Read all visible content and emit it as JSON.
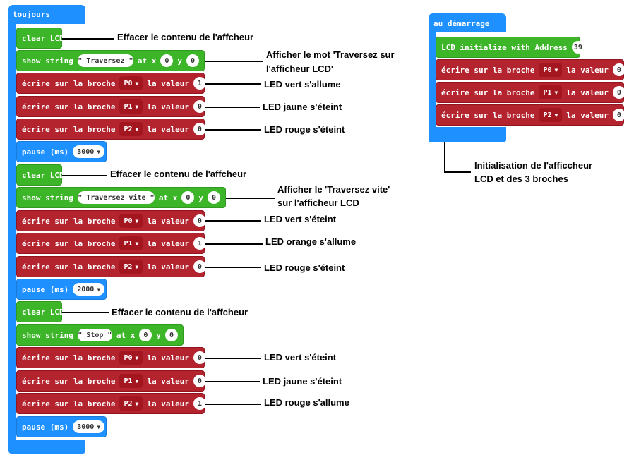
{
  "toujours": {
    "hat_label": "toujours",
    "groups": [
      {
        "clear": {
          "label": "clear LCD",
          "annotation": "Effacer le contenu de l'affcheur"
        },
        "show": {
          "label": "show string",
          "text": "\" Traversez \"",
          "at_x": "at x",
          "x": "0",
          "y_label": "y",
          "y": "0",
          "annotation_line1": "Afficher le mot 'Traversez sur",
          "annotation_line2": "l'afficheur LCD'"
        },
        "writes": [
          {
            "label": "écrire sur la broche",
            "pin": "P0",
            "value_label": "la valeur",
            "value": "1",
            "annotation": "LED vert s'allume"
          },
          {
            "label": "écrire sur la broche",
            "pin": "P1",
            "value_label": "la valeur",
            "value": "0",
            "annotation": "LED jaune s'éteint"
          },
          {
            "label": "écrire sur la broche",
            "pin": "P2",
            "value_label": "la valeur",
            "value": "0",
            "annotation": "LED rouge s'éteint"
          }
        ],
        "pause": {
          "label": "pause (ms)",
          "value": "3000"
        }
      },
      {
        "clear": {
          "label": "clear LCD",
          "annotation": "Effacer le contenu de l'affcheur"
        },
        "show": {
          "label": "show string",
          "text": "\" Traversez vite \"",
          "at_x": "at x",
          "x": "0",
          "y_label": "y",
          "y": "0",
          "annotation_line1": "Afficher le 'Traversez vite'",
          "annotation_line2": "sur l'afficheur LCD"
        },
        "writes": [
          {
            "label": "écrire sur la broche",
            "pin": "P0",
            "value_label": "la valeur",
            "value": "0",
            "annotation": "LED vert s'éteint"
          },
          {
            "label": "écrire sur la broche",
            "pin": "P1",
            "value_label": "la valeur",
            "value": "1",
            "annotation": "LED orange s'allume"
          },
          {
            "label": "écrire sur la broche",
            "pin": "P2",
            "value_label": "la valeur",
            "value": "0",
            "annotation": "LED rouge s'éteint"
          }
        ],
        "pause": {
          "label": "pause (ms)",
          "value": "2000"
        }
      },
      {
        "clear": {
          "label": "clear LCD",
          "annotation": "Effacer le contenu de l'affcheur"
        },
        "show": {
          "label": "show string",
          "text": "\" Stop \"",
          "at_x": "at x",
          "x": "0",
          "y_label": "y",
          "y": "0",
          "annotation_line1": "",
          "annotation_line2": ""
        },
        "writes": [
          {
            "label": "écrire sur la broche",
            "pin": "P0",
            "value_label": "la valeur",
            "value": "0",
            "annotation": "LED vert s'éteint"
          },
          {
            "label": "écrire sur la broche",
            "pin": "P1",
            "value_label": "la valeur",
            "value": "0",
            "annotation": "LED jaune s'éteint"
          },
          {
            "label": "écrire sur la broche",
            "pin": "P2",
            "value_label": "la valeur",
            "value": "1",
            "annotation": "LED rouge s'allume"
          }
        ],
        "pause": {
          "label": "pause (ms)",
          "value": "3000"
        }
      }
    ]
  },
  "demarrage": {
    "hat_label": "au démarrage",
    "init": {
      "label": "LCD initialize with Address",
      "value": "39"
    },
    "writes": [
      {
        "label": "écrire sur la broche",
        "pin": "P0",
        "value_label": "la valeur",
        "value": "0"
      },
      {
        "label": "écrire sur la broche",
        "pin": "P1",
        "value_label": "la valeur",
        "value": "0"
      },
      {
        "label": "écrire sur la broche",
        "pin": "P2",
        "value_label": "la valeur",
        "value": "0"
      }
    ],
    "annotation_line1": "Initialisation de l'afficcheur",
    "annotation_line2": "LCD et des 3 broches"
  },
  "colors": {
    "loop": "#1e90ff",
    "lcd": "#3cb528",
    "pins": "#b3242f"
  }
}
